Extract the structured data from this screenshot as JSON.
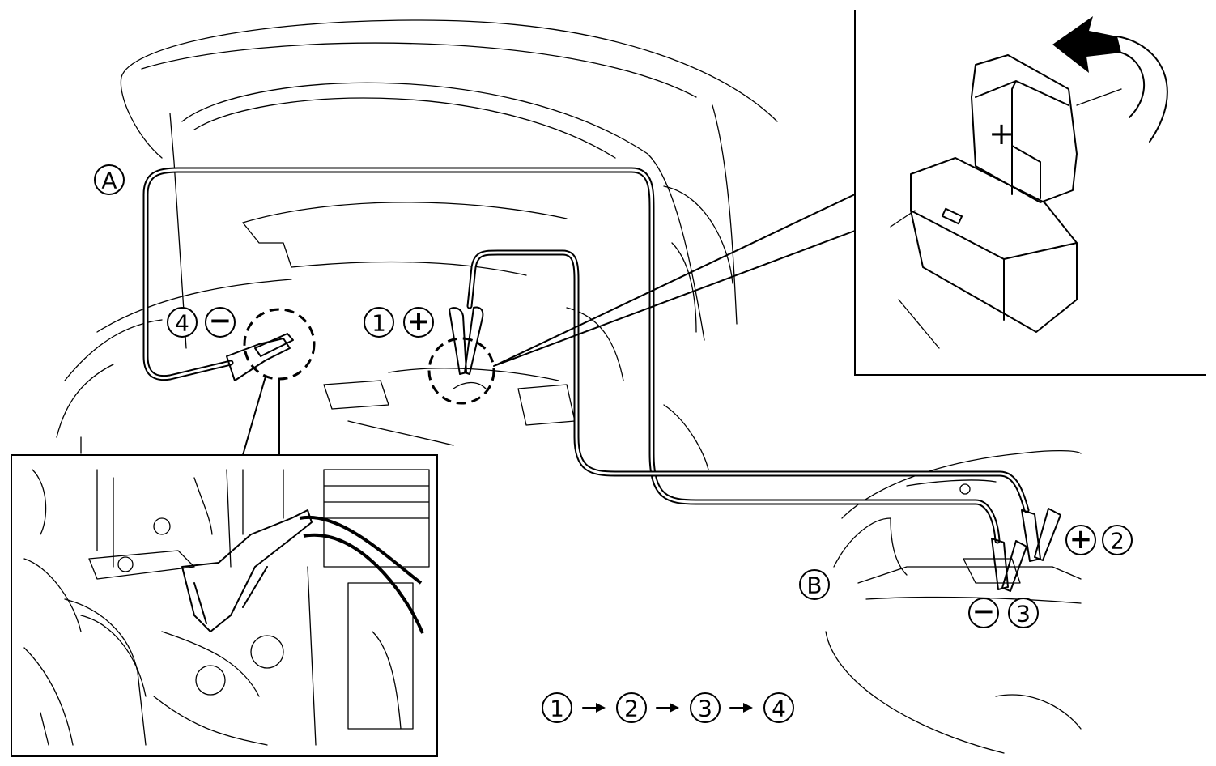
{
  "labels": {
    "vehicle_a": "A",
    "vehicle_b": "B"
  },
  "connections": [
    {
      "step": "1",
      "polarity": "+"
    },
    {
      "step": "2",
      "polarity": "+"
    },
    {
      "step": "3",
      "polarity": "−"
    },
    {
      "step": "4",
      "polarity": "−"
    }
  ],
  "sequence": [
    "1",
    "2",
    "3",
    "4"
  ],
  "icons": {
    "arrow": "right-arrow-icon",
    "cover_rotate": "curved-arrow-icon",
    "cover_mark": "+"
  }
}
